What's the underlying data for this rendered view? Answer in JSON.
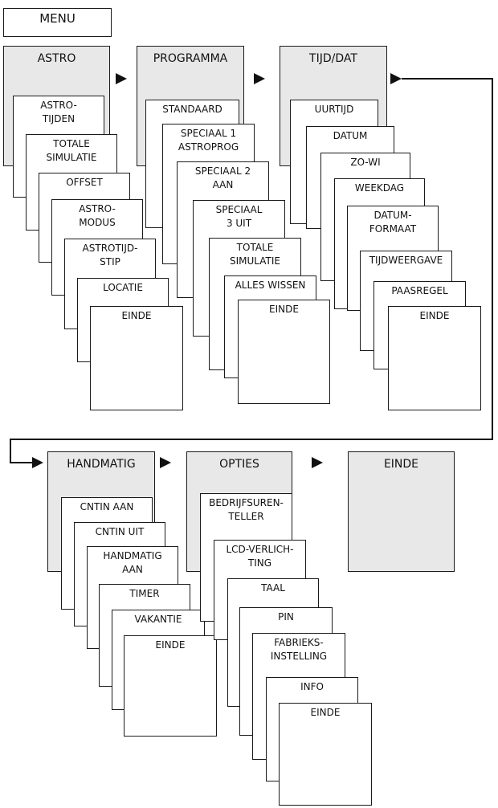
{
  "menu": {
    "label": "MENU"
  },
  "top_row": [
    {
      "header": "ASTRO",
      "items": [
        "ASTRO-\nTIJDEN",
        "TOTALE\nSIMULATIE",
        "OFFSET",
        "ASTRO-\nMODUS",
        "ASTROTIJD-\nSTIP",
        "LOCATIE",
        "EINDE"
      ]
    },
    {
      "header": "PROGRAMMA",
      "items": [
        "STANDAARD",
        "SPECIAAL 1\nASTROPROG",
        "SPECIAAL 2\nAAN",
        "SPECIAAL\n3 UIT",
        "TOTALE\nSIMULATIE",
        "ALLES WISSEN",
        "EINDE"
      ]
    },
    {
      "header": "TIJD/DAT",
      "items": [
        "UURTIJD",
        "DATUM",
        "ZO-WI",
        "WEEKDAG",
        "DATUM-\nFORMAAT",
        "TIJDWEERGAVE",
        "PAASREGEL",
        "EINDE"
      ]
    }
  ],
  "bottom_row": [
    {
      "header": "HANDMATIG",
      "items": [
        "CNTIN AAN",
        "CNTIN UIT",
        "HANDMATIG\nAAN",
        "TIMER",
        "VAKANTIE",
        "EINDE"
      ]
    },
    {
      "header": "OPTIES",
      "items": [
        "BEDRIJFSUREN-\nTELLER",
        "LCD-VERLICH-\nTING",
        "TAAL",
        "PIN",
        "FABRIEKS-\nINSTELLING",
        "INFO",
        "EINDE"
      ]
    },
    {
      "header": "EINDE",
      "items": []
    }
  ]
}
